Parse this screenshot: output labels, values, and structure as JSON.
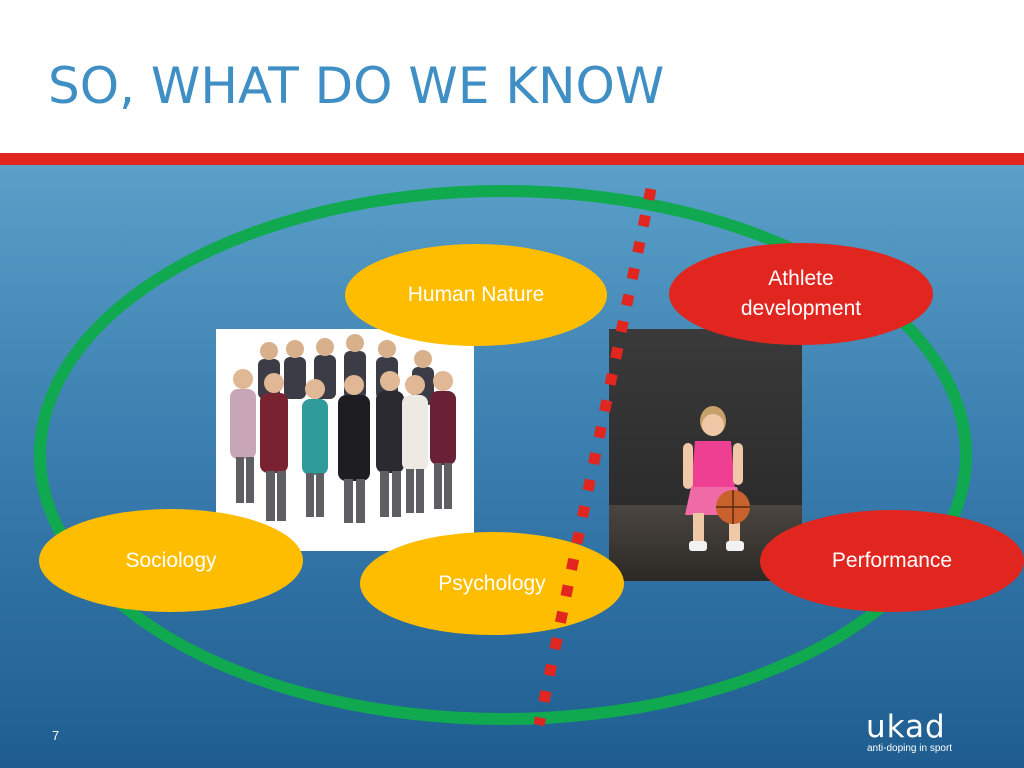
{
  "slide": {
    "title": "SO, WHAT DO WE KNOW",
    "page_number": "7"
  },
  "bubbles": {
    "human_nature": "Human Nature",
    "athlete_development_line1": "Athlete",
    "athlete_development_line2": "development",
    "sociology": "Sociology",
    "psychology": "Psychology",
    "performance": "Performance"
  },
  "logo": {
    "wordmark": "ukad",
    "tagline": "anti-doping in sport"
  },
  "colors": {
    "title": "#3f8fc4",
    "accent_red": "#e0261f",
    "ring_green": "#10a94f",
    "bubble_yellow": "#ffbd00",
    "bubble_red": "#e0261f"
  },
  "images": {
    "group_photo": "group-of-people-photo",
    "athlete_photo": "basketball-athlete-photo"
  }
}
